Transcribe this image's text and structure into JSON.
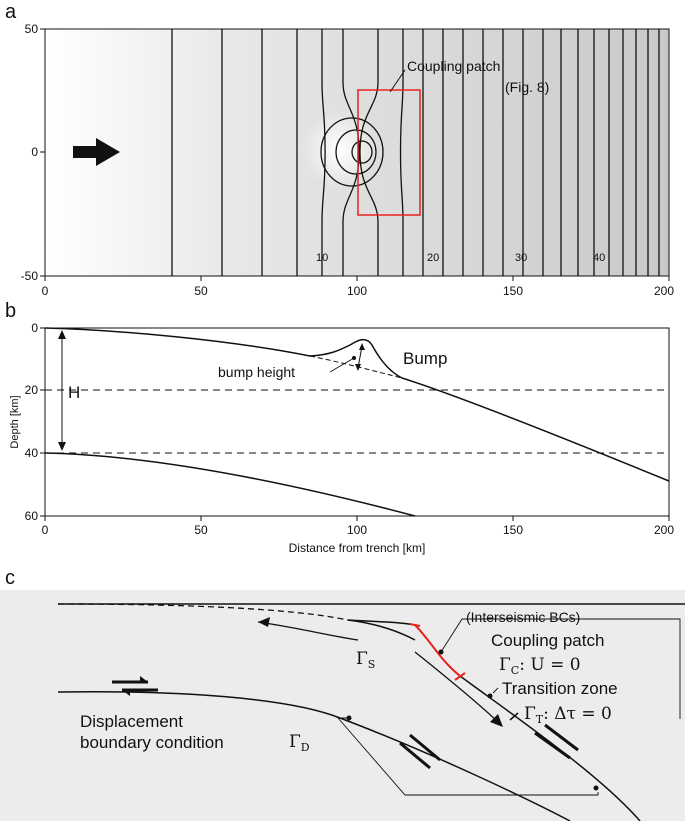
{
  "panel_a": {
    "letter": "a",
    "y_ticks": [
      "50",
      "0",
      "-50"
    ],
    "x_ticks": [
      "0",
      "50",
      "100",
      "150",
      "200"
    ],
    "contour_labels": [
      "10",
      "20",
      "30",
      "40"
    ],
    "patch_label_1": "Coupling patch",
    "patch_label_2": "(Fig. 8)",
    "patch_color": "#e8231e",
    "arrow_icon": "arrow-right-icon"
  },
  "panel_b": {
    "letter": "b",
    "y_ticks": [
      "0",
      "20",
      "40",
      "60"
    ],
    "x_ticks": [
      "0",
      "50",
      "100",
      "150",
      "200"
    ],
    "ylabel": "Depth [km]",
    "xlabel": "Distance from trench [km]",
    "h_label": "H",
    "bump_label": "Bump",
    "bump_height_label": "bump height"
  },
  "panel_c": {
    "letter": "c",
    "interseismic": "(Interseismic BCs)",
    "coupling": "Coupling patch",
    "coupling_eq": "Γ",
    "coupling_sub": "C",
    "coupling_cond": ": U = 0",
    "transition": "Transition zone",
    "transition_eq": "Γ",
    "transition_sub": "T",
    "transition_cond": ": Δτ = 0",
    "gamma_s": "Γ",
    "gamma_s_sub": "S",
    "gamma_d": "Γ",
    "gamma_d_sub": "D",
    "disp_1": "Displacement",
    "disp_2": "boundary condition",
    "bg_color": "#ececec",
    "red_color": "#e8231e"
  }
}
